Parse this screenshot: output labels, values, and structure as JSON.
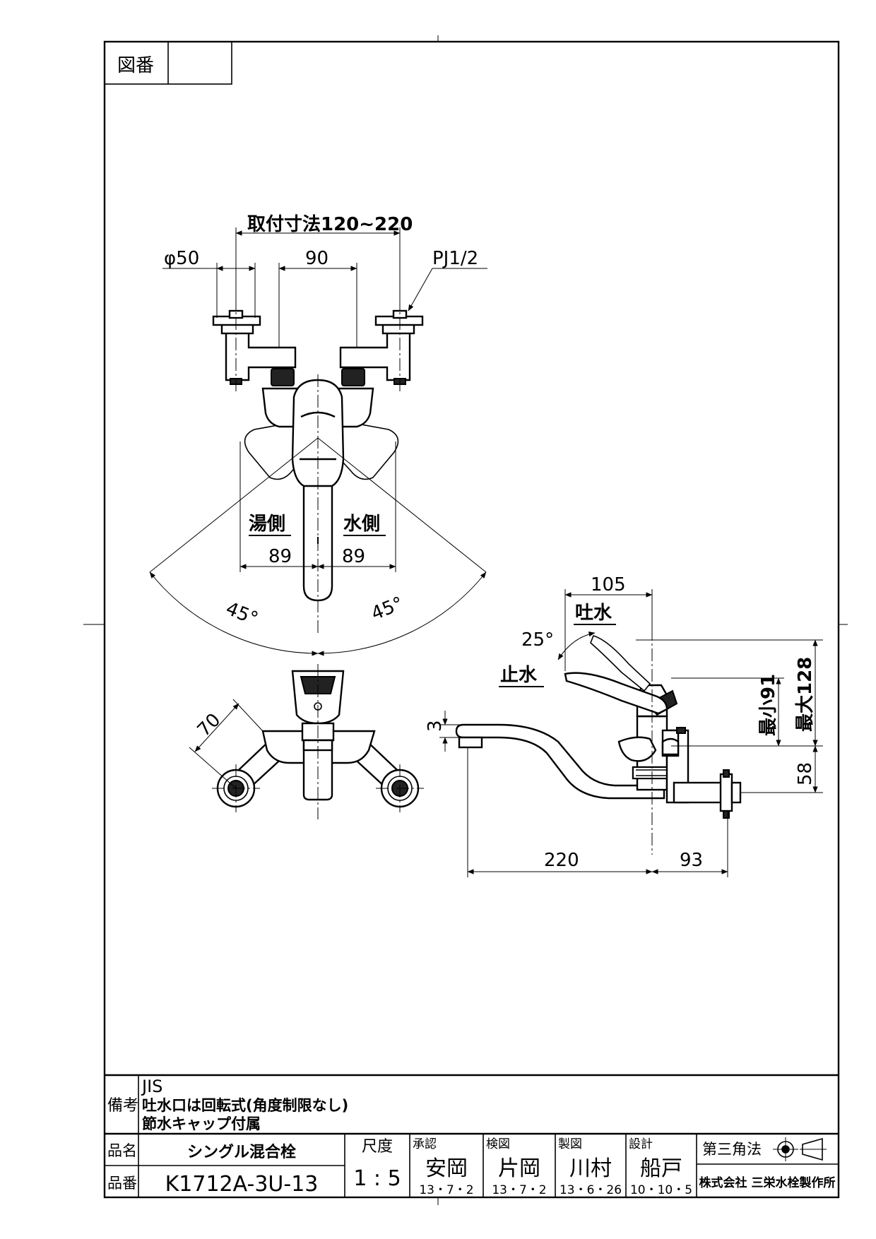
{
  "header": {
    "drawing_no_label": "図番",
    "drawing_no_value": ""
  },
  "dimensions": {
    "mount_pitch": "取付寸法120~220",
    "dia": "φ50",
    "center90": "90",
    "thread": "PJ1/2",
    "hot_side": "湯側",
    "cold_side": "水側",
    "hot89": "89",
    "cold89": "89",
    "ang_left": "45°",
    "ang_right": "45°",
    "d105": "105",
    "spout_open": "吐水",
    "ang25": "25°",
    "stop_water": "止水",
    "d3": "3",
    "min91": "最小91",
    "max128": "最大128",
    "d58": "58",
    "d70": "70",
    "d220": "220",
    "d93": "93"
  },
  "notes": {
    "label": "備考",
    "lines": [
      "JIS",
      "吐水口は回転式(角度制限なし)",
      "節水キャップ付属"
    ]
  },
  "title_block": {
    "name_label": "品名",
    "name_value": "シングル混合栓",
    "number_label": "品番",
    "number_value": "K1712A-3U-13",
    "scale_label": "尺度",
    "scale_value": "1 : 5",
    "approved_label": "承認",
    "approved_name": "安岡",
    "approved_date": "13・7・2",
    "checked_label": "検図",
    "checked_name": "片岡",
    "checked_date": "13・7・2",
    "drawn_label": "製図",
    "drawn_name": "川村",
    "drawn_date": "13・6・26",
    "designed_label": "設計",
    "designed_name": "船戸",
    "designed_date": "10・10・5",
    "projection_label": "第三角法",
    "company": "株式会社 三栄水栓製作所"
  }
}
